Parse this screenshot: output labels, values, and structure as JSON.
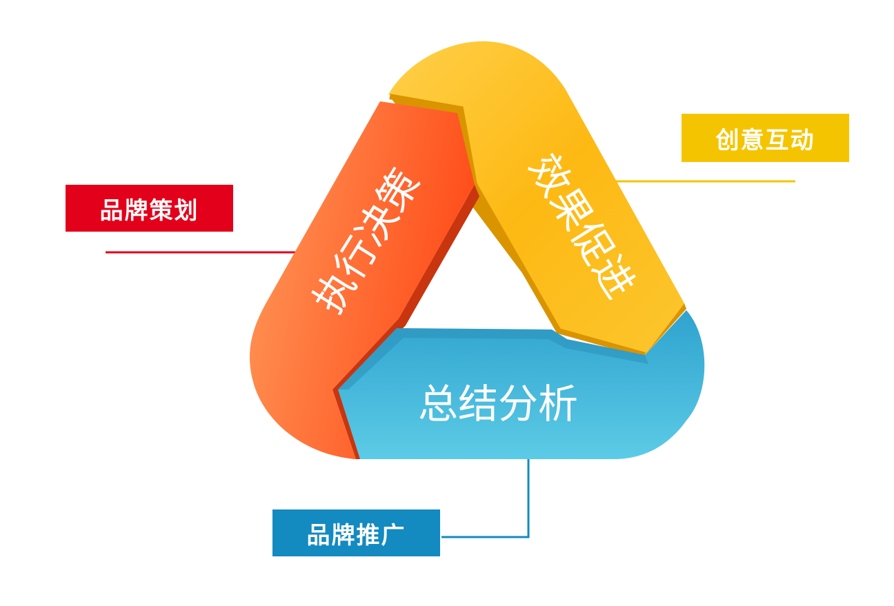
{
  "colors": {
    "left_label_bg": "#e2001a",
    "right_label_bg": "#f5c400",
    "bottom_label_bg": "#138ac0",
    "left_segment": "#ff5a1f",
    "right_segment": "#fbb40b",
    "bottom_segment": "#3ab0d9",
    "connector_left": "#e2001a",
    "connector_right": "#f5c400",
    "connector_bottom": "#138ac0"
  },
  "segments": {
    "left": "执行决策",
    "right": "效果促进",
    "bottom": "总结分析"
  },
  "labels": {
    "left": "品牌策划",
    "right": "创意互动",
    "bottom": "品牌推广"
  }
}
